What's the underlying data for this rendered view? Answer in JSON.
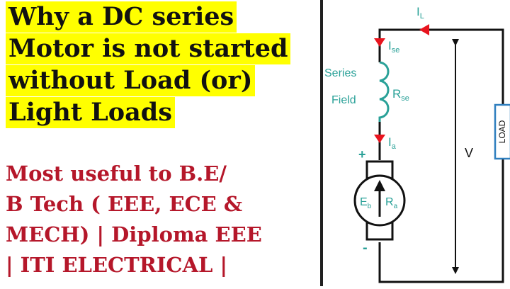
{
  "title_lines": [
    "Why a DC series",
    "Motor is not started",
    "without Load (or)",
    "Light Loads"
  ],
  "subtitle_lines": [
    "Most useful to B.E/",
    "B Tech ( EEE, ECE &",
    "MECH) | Diploma EEE",
    "| ITI ELECTRICAL |"
  ],
  "circuit": {
    "line_current": {
      "main": "I",
      "sub": "L"
    },
    "series_current": {
      "main": "I",
      "sub": "se"
    },
    "armature_current": {
      "main": "I",
      "sub": "a"
    },
    "field_label_line1": "Series",
    "field_label_line2": "Field",
    "field_resistance": {
      "main": "R",
      "sub": "se"
    },
    "back_emf": {
      "main": "E",
      "sub": "b"
    },
    "armature_resistance": {
      "main": "R",
      "sub": "a"
    },
    "voltage": "V",
    "load": "LOAD",
    "plus": "+",
    "minus": "-"
  },
  "colors": {
    "title_highlight": "#ffff00",
    "title_text": "#111111",
    "subtitle_text": "#b5172a",
    "arrow_red": "#e8141e",
    "label_green": "#2aa198",
    "load_border": "#2f7fbf"
  }
}
